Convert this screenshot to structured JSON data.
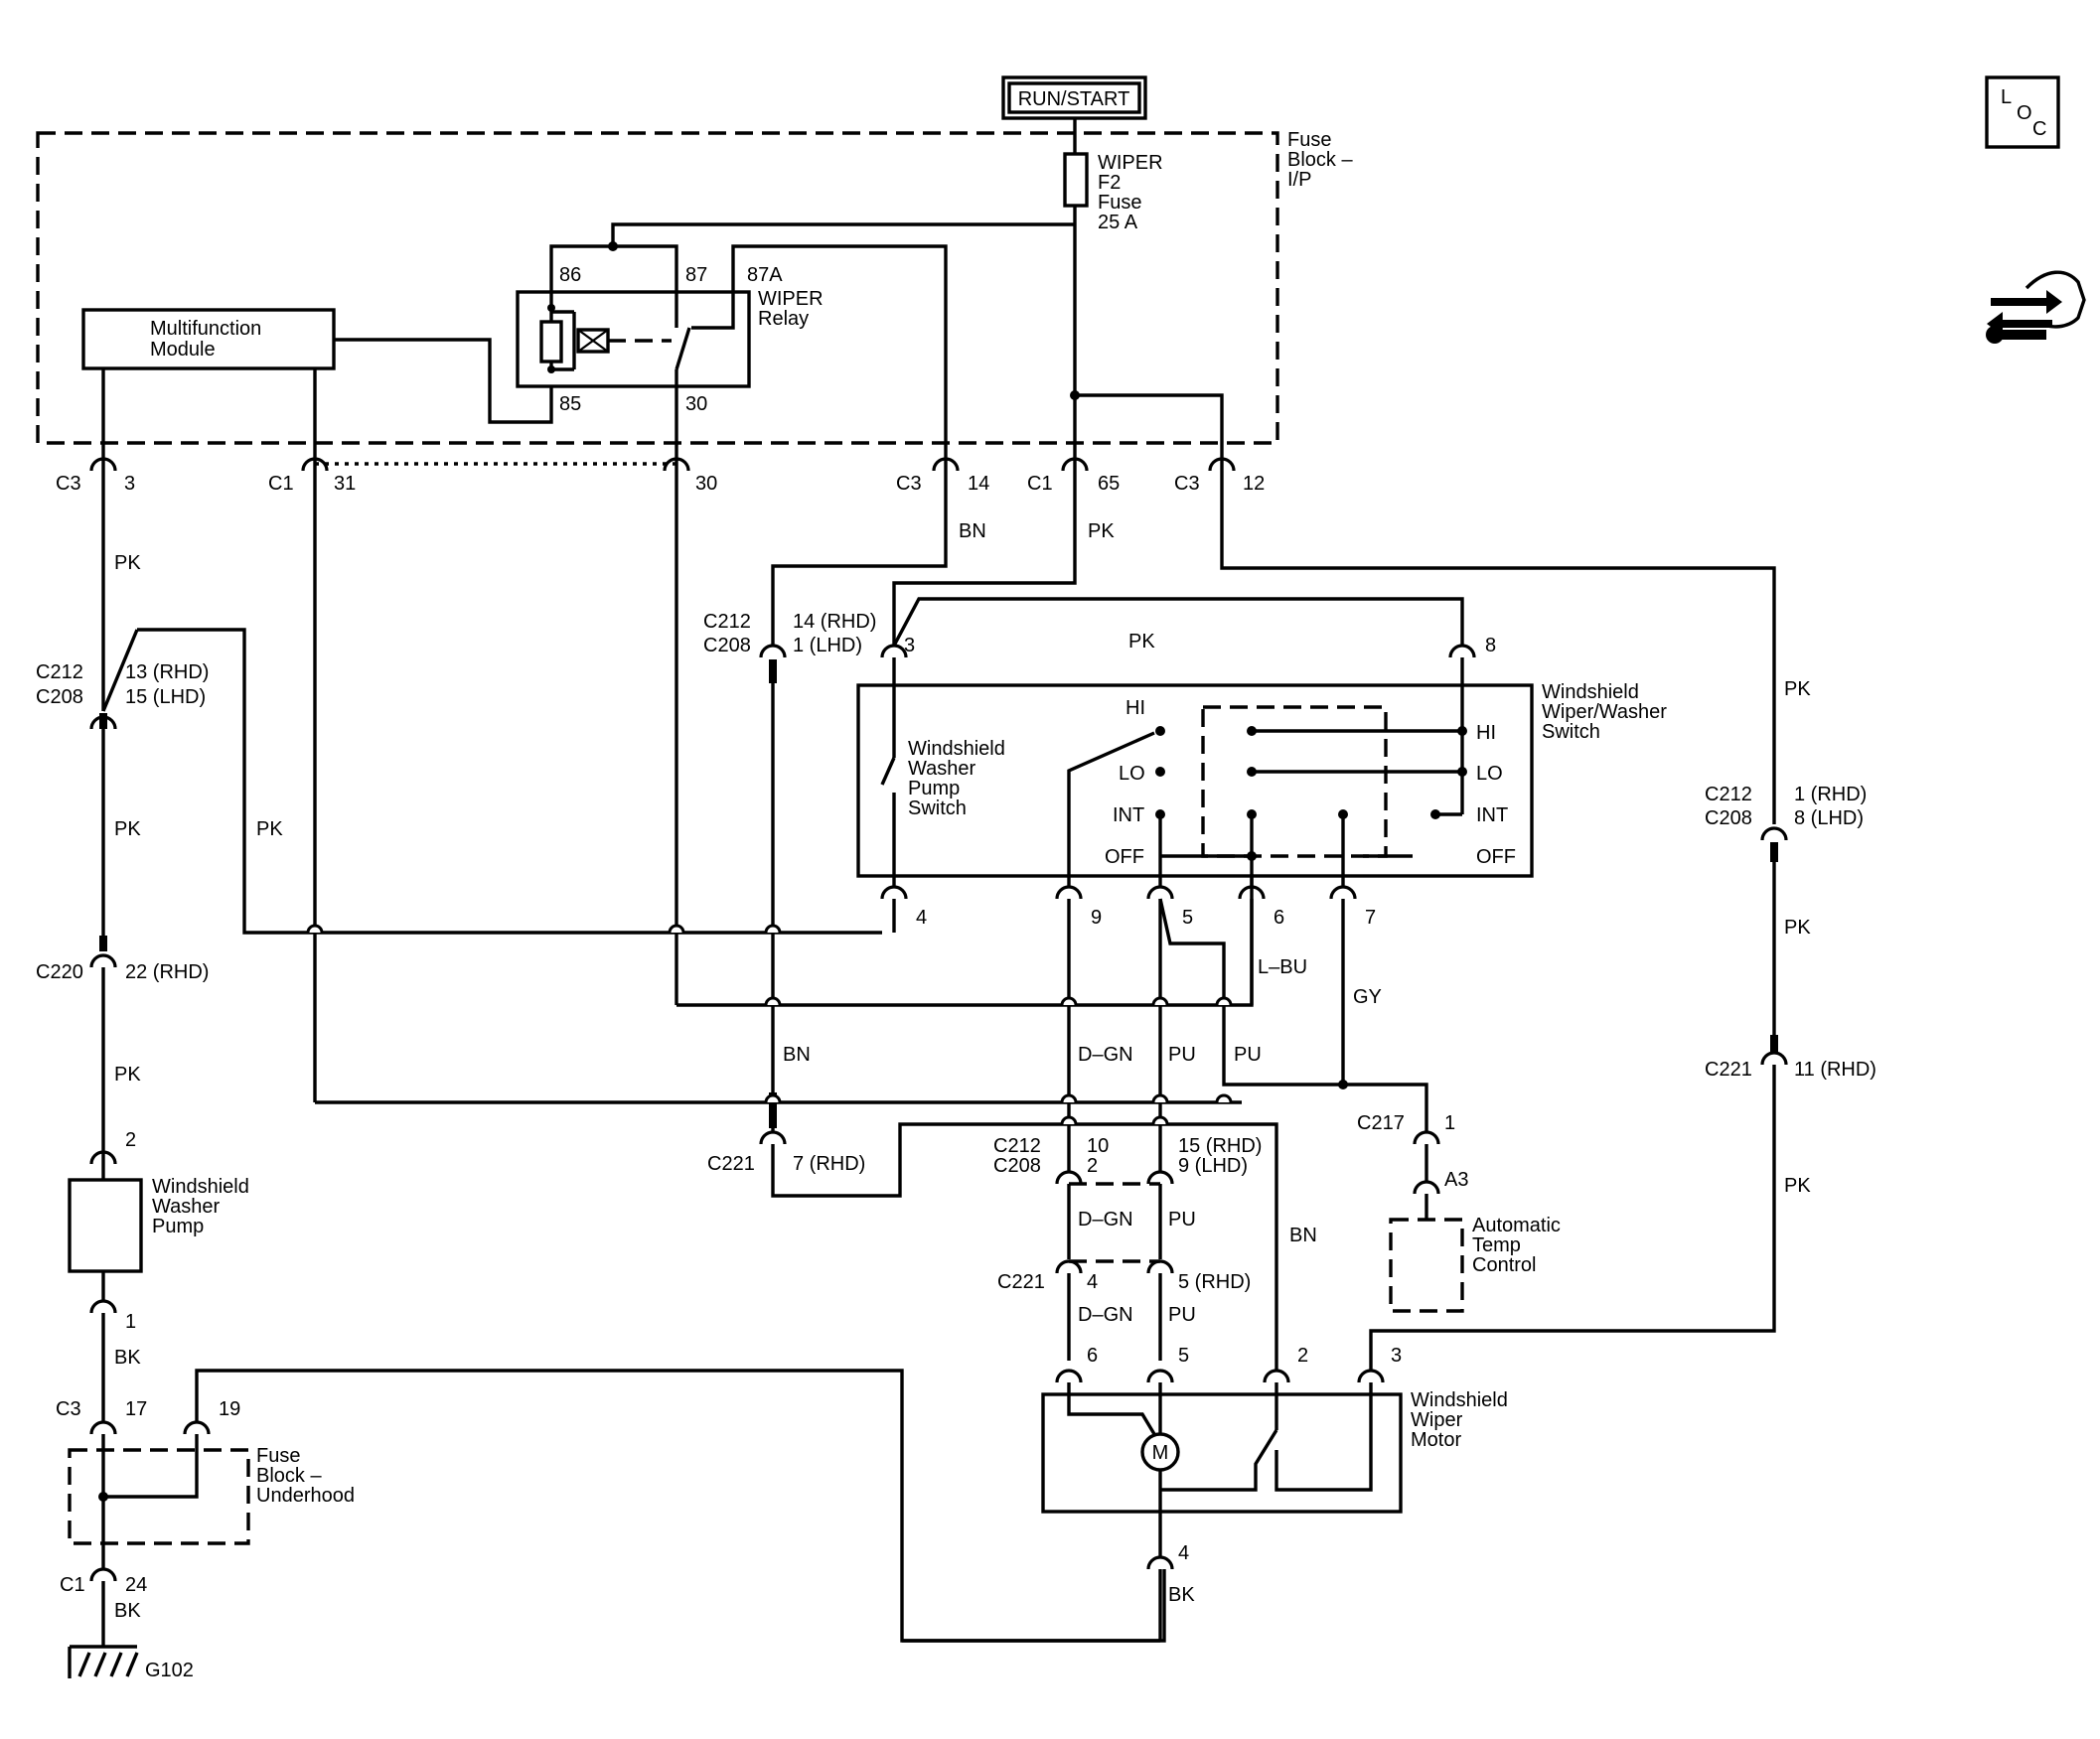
{
  "power_label": "RUN/START",
  "fuse_block_ip": [
    "Fuse",
    "Block –",
    "I/P"
  ],
  "fuse": [
    "WIPER",
    "F2",
    "Fuse",
    "25 A"
  ],
  "relay": {
    "name": [
      "WIPER",
      "Relay"
    ],
    "pins": [
      "86",
      "87",
      "87A",
      "85",
      "30"
    ]
  },
  "mfm": [
    "Multifunction",
    "Module"
  ],
  "connectors_top": [
    {
      "conn": "C3",
      "pin": "3"
    },
    {
      "conn": "C1",
      "pin": "31"
    },
    {
      "conn": "",
      "pin": "30"
    },
    {
      "conn": "C3",
      "pin": "14"
    },
    {
      "conn": "C1",
      "pin": "65"
    },
    {
      "conn": "C3",
      "pin": "12"
    }
  ],
  "wires": {
    "pk": "PK",
    "bn": "BN",
    "bk": "BK",
    "dgn": "D–GN",
    "pu": "PU",
    "lbu": "L–BU",
    "gy": "GY"
  },
  "c212_c208_left": {
    "conn": [
      "C212",
      "C208"
    ],
    "pins": [
      "13 (RHD)",
      "15 (LHD)"
    ]
  },
  "c212_c208_mid": {
    "conn": [
      "C212",
      "C208"
    ],
    "pins": [
      "14 (RHD)",
      "1 (LHD)"
    ]
  },
  "c212_c208_right": {
    "conn": [
      "C212",
      "C208"
    ],
    "pins": [
      "1 (RHD)",
      "8 (LHD)"
    ]
  },
  "c212_c208_lower": {
    "conn": [
      "C212",
      "C208"
    ],
    "pins_a": [
      "10",
      "2"
    ],
    "pins_b": [
      "15 (RHD)",
      "9 (LHD)"
    ]
  },
  "c220": {
    "conn": "C220",
    "pin": "22 (RHD)"
  },
  "c221_bn": {
    "conn": "C221",
    "pin": "7 (RHD)"
  },
  "c221_right": {
    "conn": "C221",
    "pin": "11 (RHD)"
  },
  "c221_lower": {
    "conn": "C221",
    "pin_a": "4",
    "pin_b": "5 (RHD)"
  },
  "c217": {
    "conn": "C217",
    "pin": "1",
    "pin2": "A3"
  },
  "washer_switch": [
    "Windshield",
    "Washer",
    "Pump",
    "Switch"
  ],
  "ww_switch": [
    "Windshield",
    "Wiper/Washer",
    "Switch"
  ],
  "switch_positions": [
    "HI",
    "LO",
    "INT",
    "OFF"
  ],
  "switch_pins": [
    "3",
    "8",
    "4",
    "9",
    "5",
    "6",
    "7"
  ],
  "washer_pump": [
    "Windshield",
    "Washer",
    "Pump"
  ],
  "washer_pump_pins": [
    "2",
    "1"
  ],
  "atc": [
    "Automatic",
    "Temp",
    "Control"
  ],
  "wiper_motor": [
    "Windshield",
    "Wiper",
    "Motor"
  ],
  "motor_pins": [
    "6",
    "5",
    "2",
    "3",
    "4"
  ],
  "motor_symbol": "M",
  "fuse_block_uh": [
    "Fuse",
    "Block –",
    "Underhood"
  ],
  "uh_pins": [
    {
      "conn": "C3",
      "pin": "17"
    },
    {
      "conn": "",
      "pin": "19"
    },
    {
      "conn": "C1",
      "pin": "24"
    }
  ],
  "ground": "G102",
  "loc_icon": [
    "L",
    "O",
    "C"
  ],
  "icons": [
    "loc-icon",
    "service-icon"
  ]
}
